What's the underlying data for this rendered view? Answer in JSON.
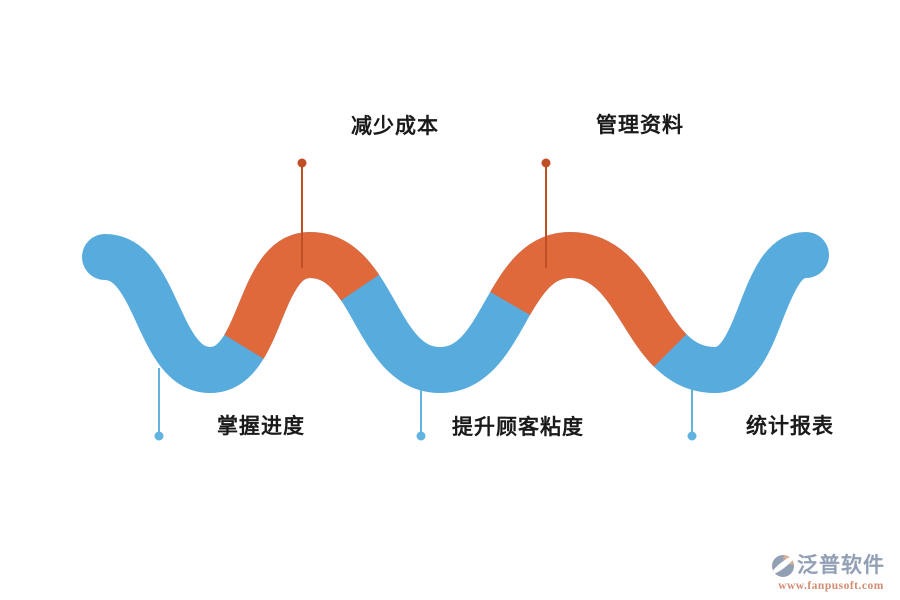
{
  "diagram": {
    "type": "serpentine-process-wave",
    "background": "#ffffff",
    "steps": [
      {
        "label": "掌握进度",
        "position": "bottom",
        "marker_color": "blue"
      },
      {
        "label": "减少成本",
        "position": "top",
        "marker_color": "orange"
      },
      {
        "label": "提升顾客粘度",
        "position": "bottom",
        "marker_color": "blue"
      },
      {
        "label": "管理资料",
        "position": "top",
        "marker_color": "orange"
      },
      {
        "label": "统计报表",
        "position": "bottom",
        "marker_color": "blue"
      }
    ]
  },
  "wave": {
    "blue": "#57acdd",
    "orange": "#e0693b",
    "stroke_width": 46,
    "orange_spans_x": [
      [
        244,
        360
      ],
      [
        510,
        670
      ]
    ]
  },
  "markers": {
    "orange_color": "#bf5026",
    "blue_color": "#62b3e2"
  },
  "watermark": {
    "name": "泛普软件",
    "url": "www.fanpusoft.com",
    "name_color": "#92a0b6",
    "url_color": "#d18c72",
    "icon_color": "#92a0b6",
    "icon_accent": "#d8b096"
  }
}
